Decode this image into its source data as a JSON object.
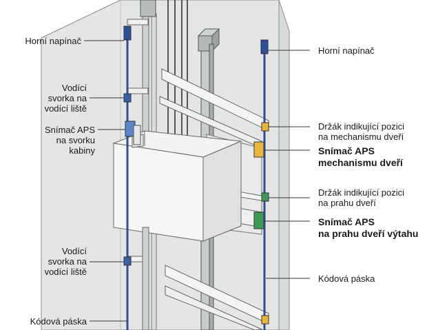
{
  "labels": {
    "left": {
      "upper_tensioner": "Horní napínač",
      "guide_clamp_top": [
        "Vodící",
        "svorka na",
        "vodící liště"
      ],
      "aps_sensor_cabin": [
        "Snímač APS",
        "na svorku",
        "kabiny"
      ],
      "guide_clamp_bottom": [
        "Vodící",
        "svorka na",
        "vodící liště"
      ],
      "code_tape": "Kódová páska"
    },
    "right": {
      "upper_tensioner": "Horní napínač",
      "holder_door_mechanism": [
        "Držák indikující pozici",
        "na mechanismu dveří"
      ],
      "aps_door_mechanism": [
        "Snímač APS",
        "mechanismu dveří"
      ],
      "holder_door_sill": [
        "Držák indikující pozici",
        "na prahu dveří"
      ],
      "aps_door_sill": [
        "Snímač APS",
        "na prahu dveří výtahu"
      ],
      "code_tape": "Kódová páska"
    }
  },
  "colors": {
    "shaft_wall": "#e4e6e6",
    "tape_blue": "#2e4f9a",
    "sensor_yellow": "#e9b53c",
    "sensor_green": "#3e9a57",
    "outline": "#666666"
  }
}
